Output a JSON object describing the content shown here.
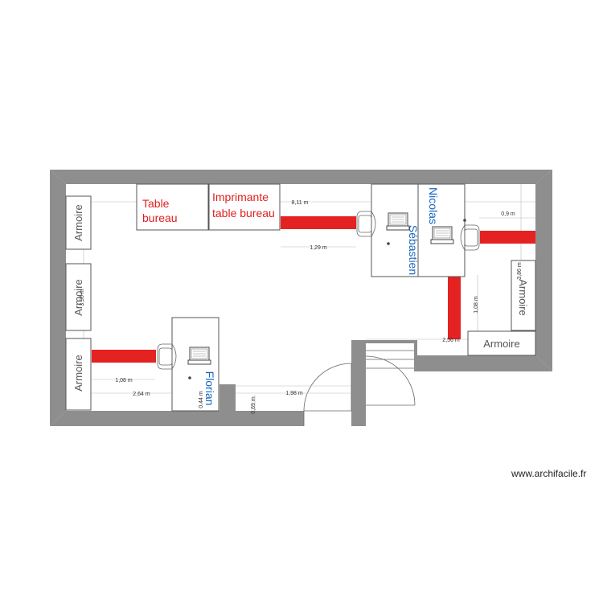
{
  "labels": {
    "table_bureau_1": "Table",
    "table_bureau_2": "bureau",
    "imprimante_1": "Imprimante",
    "imprimante_2": "table bureau",
    "armoire_left_top": "Armoire",
    "armoire_left_mid": "Armoire",
    "armoire_left_bot": "Armoire",
    "armoire_right_side": "Armoire",
    "armoire_right_bottom": "Armoire"
  },
  "people": {
    "florian": "Florian",
    "sebastien": "Sébastien",
    "nicolas": "Nicolas"
  },
  "dimensions": {
    "d811": "8,11 m",
    "d09": "0,9 m",
    "d129": "1,29 m",
    "d256": "2,56 m",
    "d386": "3,86 m",
    "d108a": "1,08 m",
    "d108b": "1,08 m",
    "d264": "2,64 m",
    "d198": "1,98 m",
    "d044": "0,44 m",
    "d069": "0,69 m",
    "d396": "3,96 m"
  },
  "watermark": "www.archifacile.fr",
  "colors": {
    "wall": "#8e8e8e",
    "accent_red": "#e52222",
    "name_blue": "#1565c0"
  }
}
